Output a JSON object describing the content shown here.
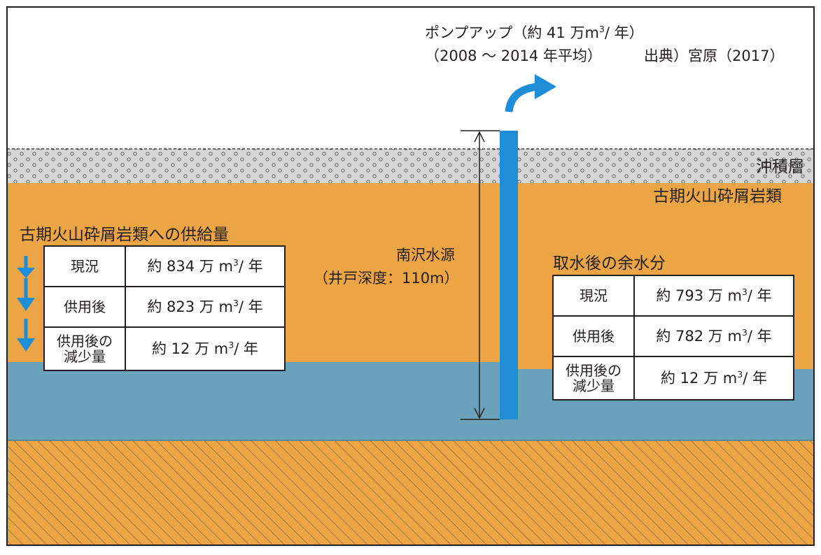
{
  "pump": {
    "line1_prefix": "ポンプアップ（約 41 万m",
    "line1_sup": "3",
    "line1_suffix": "/ 年）",
    "line2_period": "（2008 ～ 2014 年平均）",
    "line2_source": "出典）宮原（2017）"
  },
  "layers": {
    "alluvium": "沖積層",
    "volcanic": "古期火山砕屑岩類"
  },
  "well": {
    "name": "南沢水源",
    "depth": "（井戸深度：110m）"
  },
  "left_table": {
    "title": "古期火山砕屑岩類への供給量",
    "unit_prefix": "万 m",
    "unit_sup": "3",
    "unit_suffix": "/ 年",
    "rows": [
      {
        "label": "現況",
        "label2": "",
        "value": "約 834"
      },
      {
        "label": "供用後",
        "label2": "",
        "value": "約 823"
      },
      {
        "label": "供用後の",
        "label2": "減少量",
        "value": "約 12"
      }
    ]
  },
  "right_table": {
    "title": "取水後の余水分",
    "unit_prefix": "万 m",
    "unit_sup": "3",
    "unit_suffix": "/ 年",
    "rows": [
      {
        "label": "現況",
        "label2": "",
        "value": "約 793"
      },
      {
        "label": "供用後",
        "label2": "",
        "value": "約 782"
      },
      {
        "label": "供用後の",
        "label2": "減少量",
        "value": "約 12"
      }
    ]
  },
  "colors": {
    "sky": "#ffffff",
    "gravel": "#d6d6d6",
    "volcanic": "#eba544",
    "water": "#6aa2bb",
    "basement": "#eba544",
    "hatch": "#8a6a3a",
    "well": "#1e8ed8",
    "arrow": "#1e8ed8",
    "outline": "#231f20"
  }
}
